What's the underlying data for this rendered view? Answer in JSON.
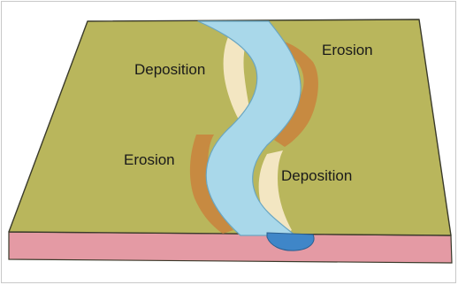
{
  "labels": {
    "erosion_outer_top": "Erosion",
    "deposition_inner_top": "Deposition",
    "erosion_outer_bottom": "Erosion",
    "deposition_inner_bottom": "Deposition"
  },
  "colors": {
    "land": "#b9b65c",
    "land_edge": "#3a3a2a",
    "river": "#a9d8ea",
    "river_edge": "#6aa6c2",
    "river_mouth": "#3f86c8",
    "sandbar": "#f3e6c2",
    "erosion_bank": "#c9833c",
    "ground_section": "#e49aa4",
    "background": "#ffffff"
  }
}
